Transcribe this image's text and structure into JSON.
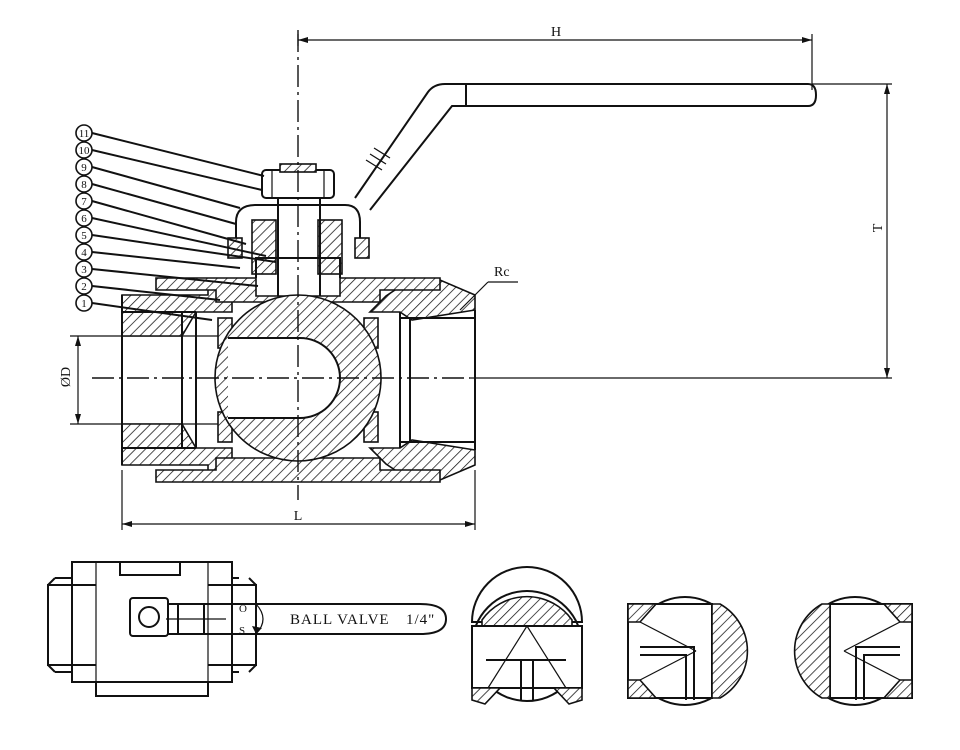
{
  "dimensions": {
    "h_label": "H",
    "t_label": "T",
    "l_label": "L",
    "d_label": "ØD",
    "rc_label": "Rc"
  },
  "part_callouts": [
    "11",
    "10",
    "9",
    "8",
    "7",
    "6",
    "5",
    "4",
    "3",
    "2",
    "1"
  ],
  "top_view": {
    "handle_text": "BALL VALVE",
    "size_text": "1/4\"",
    "open_mark": "O",
    "shut_mark": "S"
  },
  "ball_positions": [
    "position-a",
    "position-b",
    "position-c"
  ]
}
